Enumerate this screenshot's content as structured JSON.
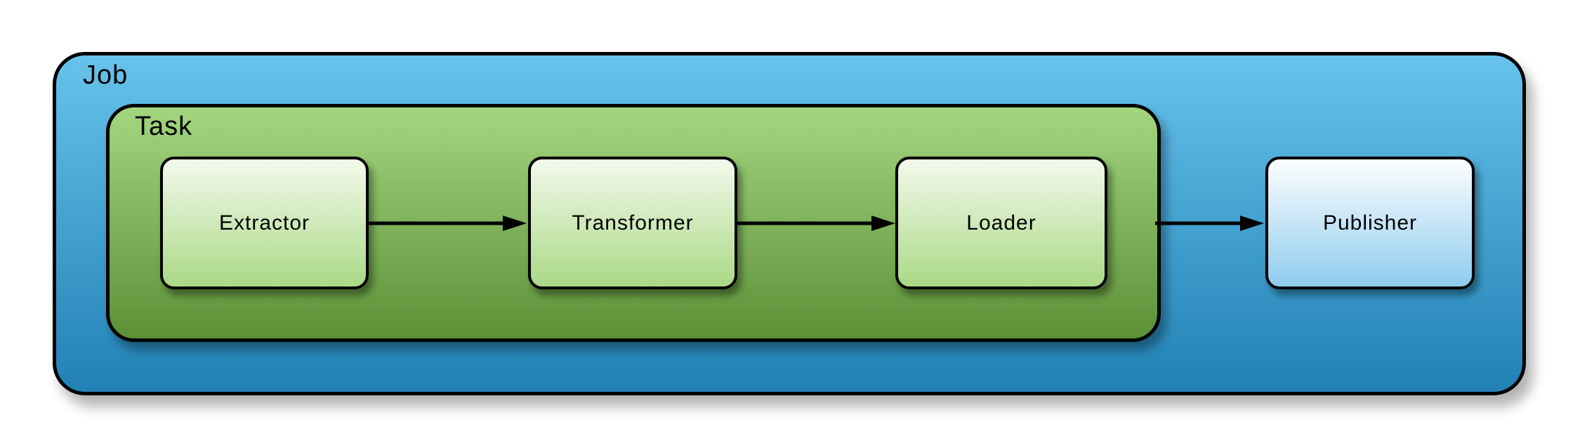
{
  "diagram": {
    "type": "nested-flow-diagram",
    "containers": {
      "job": {
        "label": "Job"
      },
      "task": {
        "label": "Task",
        "parent": "Job"
      }
    },
    "nodes": [
      {
        "id": "extractor",
        "label": "Extractor",
        "parent": "Task",
        "style": "green"
      },
      {
        "id": "transformer",
        "label": "Transformer",
        "parent": "Task",
        "style": "green"
      },
      {
        "id": "loader",
        "label": "Loader",
        "parent": "Task",
        "style": "green"
      },
      {
        "id": "publisher",
        "label": "Publisher",
        "parent": "Job",
        "style": "blue"
      }
    ],
    "edges": [
      {
        "from": "Extractor",
        "to": "Transformer"
      },
      {
        "from": "Transformer",
        "to": "Loader"
      },
      {
        "from": "Task",
        "to": "Publisher"
      }
    ],
    "colors": {
      "job_top": "#67c3eb",
      "job_bottom": "#2181b5",
      "task_top": "#a3d67f",
      "task_bottom": "#5c9037",
      "node_green_top": "#f3f9ec",
      "node_green_bottom": "#aad986",
      "node_blue_top": "#fdfeff",
      "node_blue_bottom": "#8fccee",
      "border": "#000000",
      "arrow": "#000000"
    }
  }
}
